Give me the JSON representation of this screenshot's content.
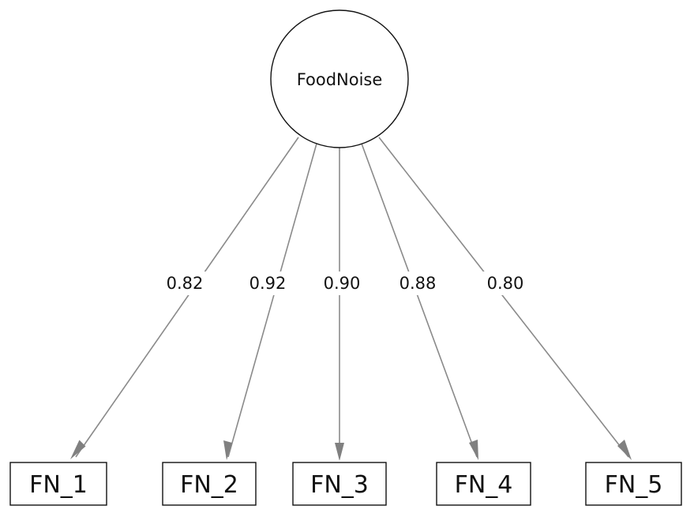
{
  "latent": {
    "label": "FoodNoise"
  },
  "indicators": [
    {
      "label": "FN_1",
      "loading": "0.82"
    },
    {
      "label": "FN_2",
      "loading": "0.92"
    },
    {
      "label": "FN_3",
      "loading": "0.90"
    },
    {
      "label": "FN_4",
      "loading": "0.88"
    },
    {
      "label": "FN_5",
      "loading": "0.80"
    }
  ],
  "colors": {
    "edge": "#8a8a8a",
    "arrowhead": "#808080",
    "outline": "#111111",
    "text": "#111111"
  }
}
